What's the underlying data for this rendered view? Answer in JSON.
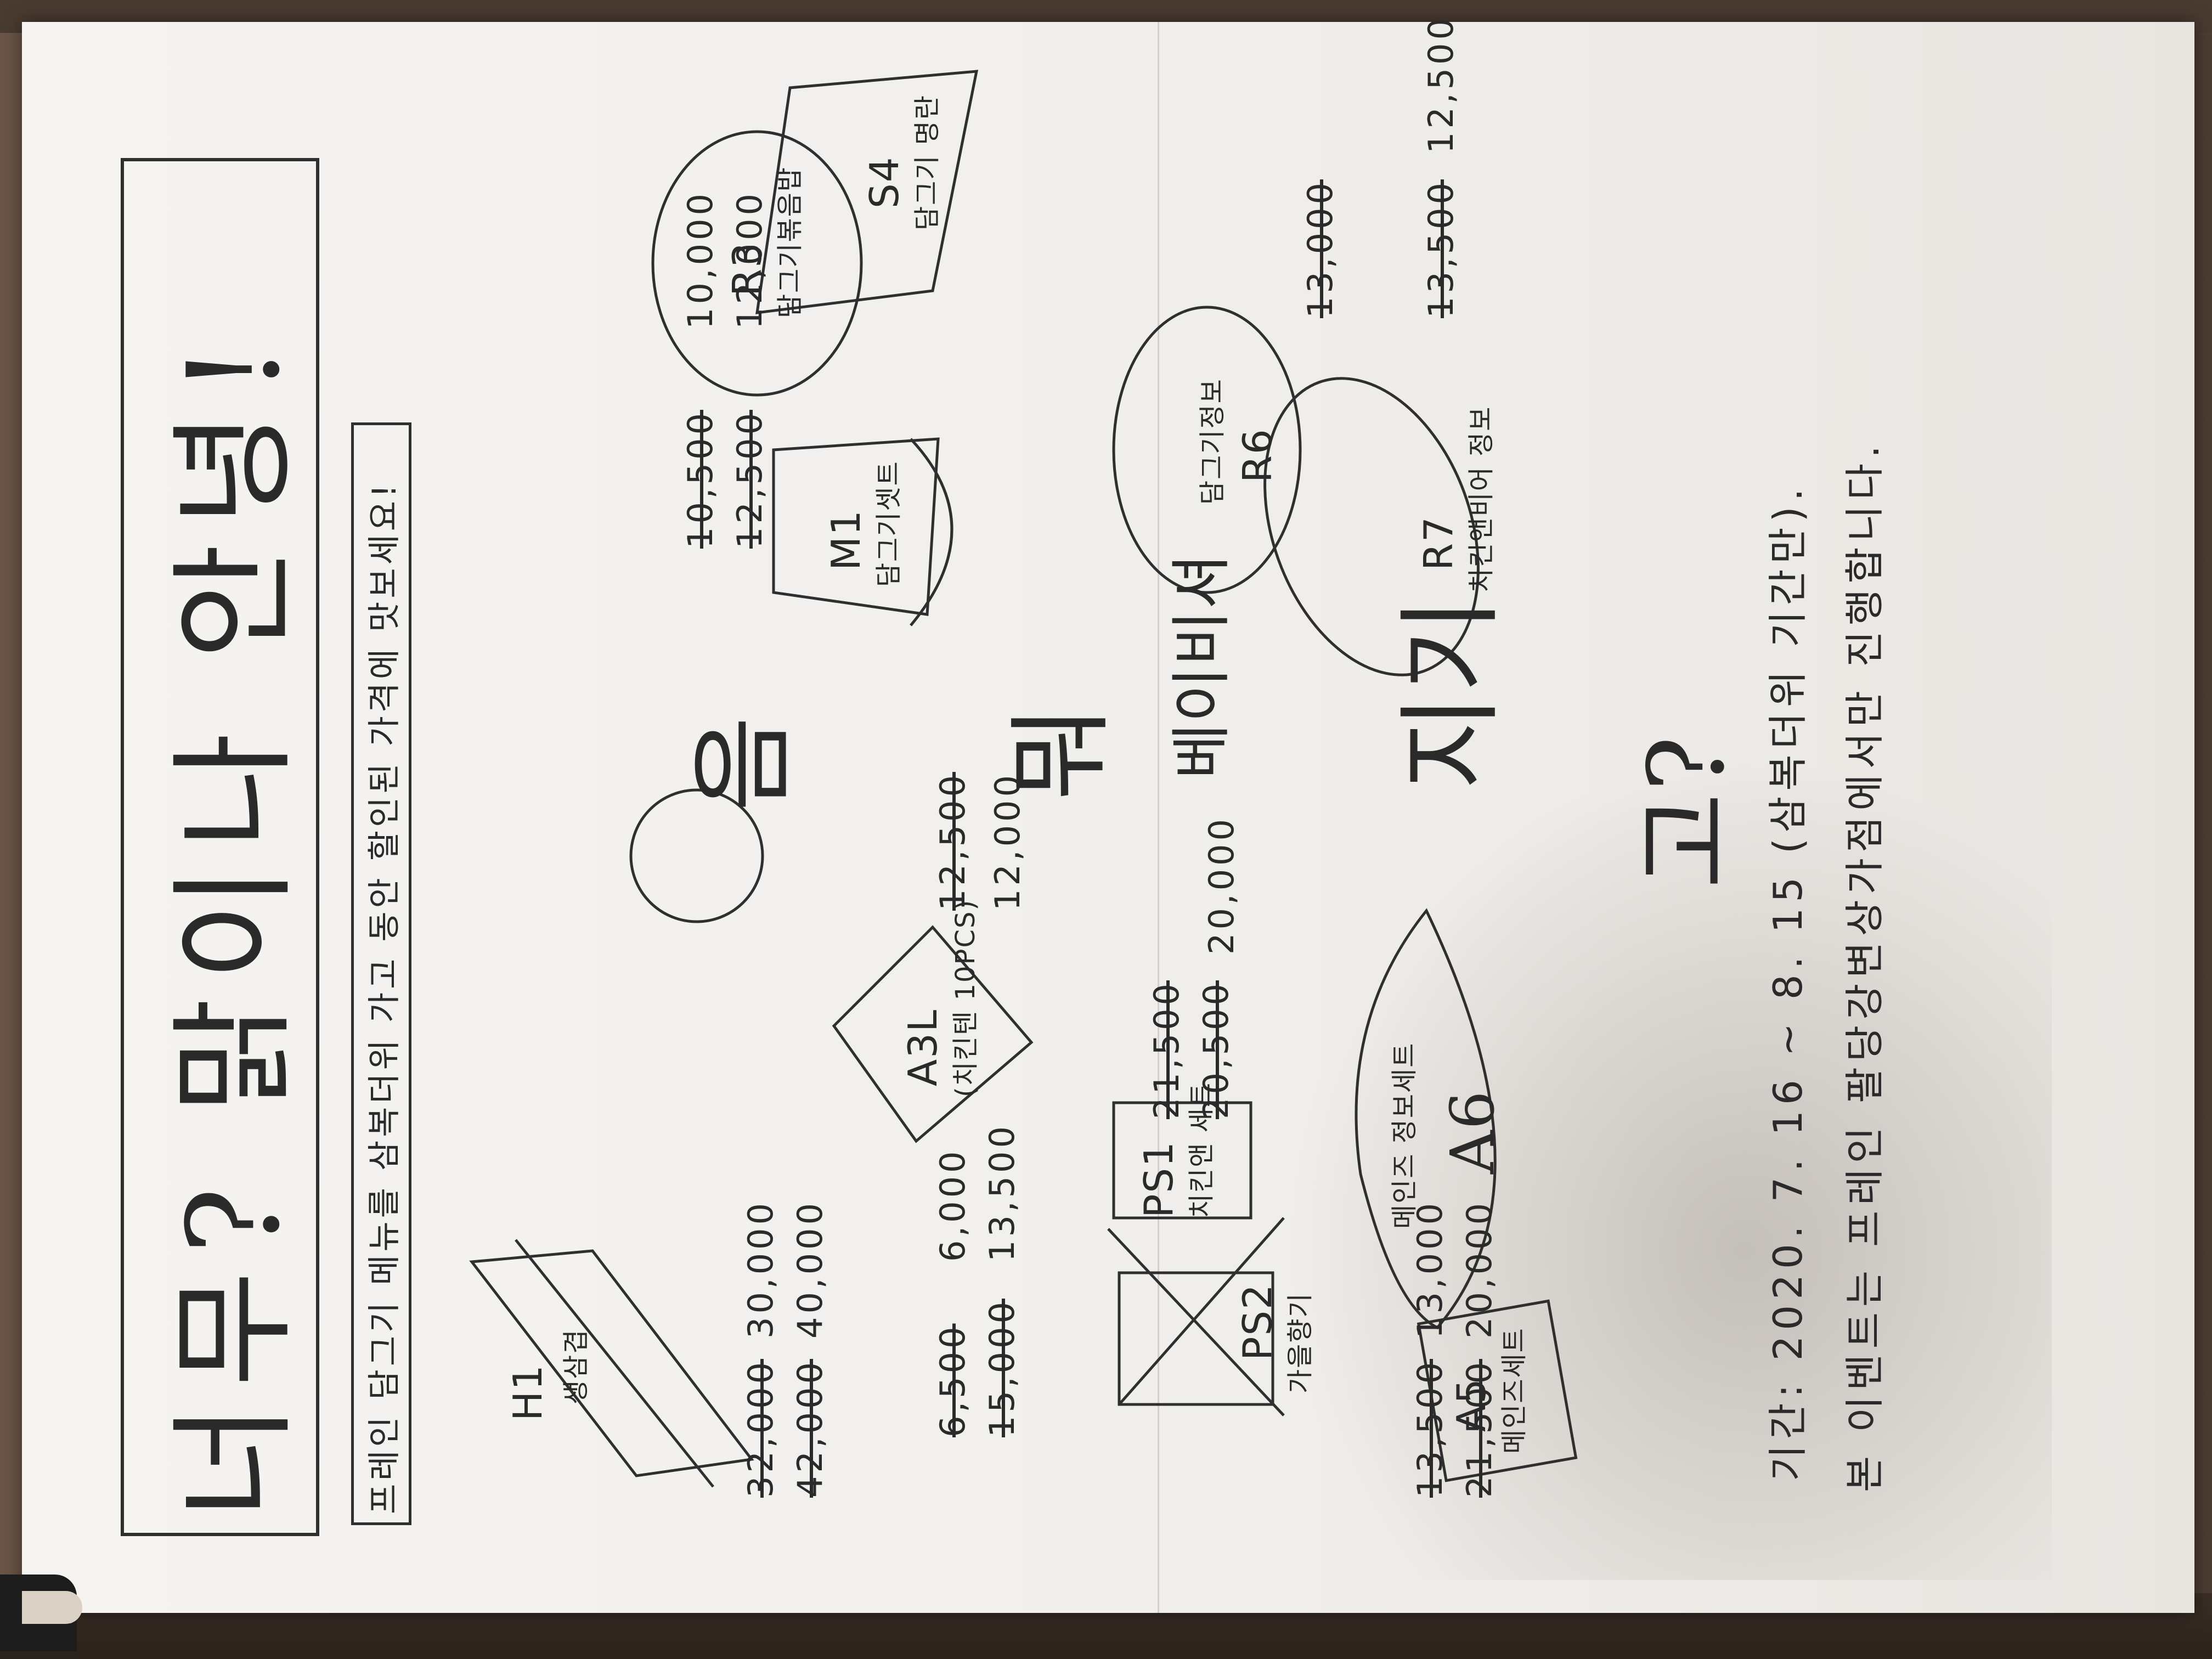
{
  "title": "너무? 맑이나 안녕!",
  "subtitle": "프레인 담그기 메뉴를 삼복더위 가고 동안 할인된 가격에 맛보세요!",
  "menu_items": [
    {
      "code": "H1",
      "name": "생삼겹",
      "old_prices": [
        "32,000",
        "42,000"
      ],
      "new_prices": [
        "30,000",
        "40,000"
      ]
    },
    {
      "code": "PS1",
      "name": "치킨앤 세트",
      "old_price": "6,500",
      "new_price": "6,000"
    },
    {
      "code": "PS2",
      "name": "가을향기",
      "old_price": "15,000",
      "new_price": "13,500"
    },
    {
      "code": "A3L",
      "name": "(치킨텐 10PCS)",
      "old_prices": [
        "21,500",
        "20,500"
      ],
      "new_price": "20,000"
    },
    {
      "code": "A5",
      "name": "메인즈세트"
    },
    {
      "code": "A6",
      "name": "메인즈 정보세트",
      "old_prices": [
        "13,500",
        "21,500"
      ],
      "new_prices": [
        "13,000",
        "20,000"
      ]
    },
    {
      "code": "M1",
      "name": "담그기셋트",
      "old_price": "12,500",
      "new_price": "12,000"
    },
    {
      "code": "R3",
      "name": "담그기볶음밥",
      "old_price": "10,500",
      "new_price": "10,000"
    },
    {
      "code": "S4",
      "name": "담그기 명란",
      "old_price": "12,500",
      "new_price": "12,000"
    },
    {
      "code": "R6",
      "name": "담그기정보",
      "old_price": "13,000"
    },
    {
      "code": "R7",
      "name": "치킨앤비어 정보",
      "old_price": "13,500",
      "new_price": "12,500"
    }
  ],
  "big_words": [
    "음",
    "뭐",
    "베이비셔",
    "지기",
    "고?"
  ],
  "period_label": "기간: 2020. 7. 16 ~ 8. 15 (삼복더위 기간만).",
  "footer": "본 이벤트는 프레인 팔당강변상가점에서만 진행합니다."
}
